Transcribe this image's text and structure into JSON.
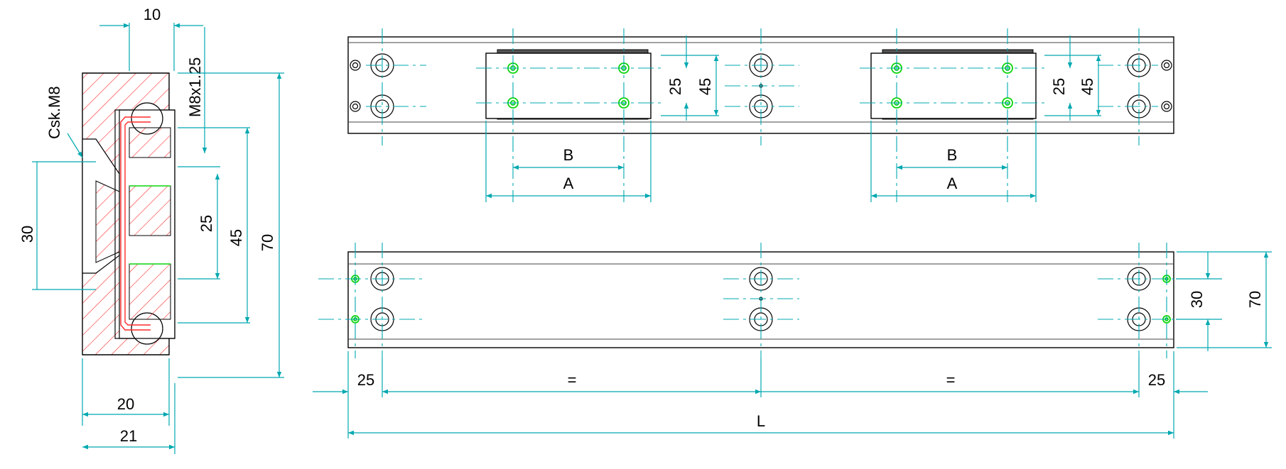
{
  "labels": {
    "section_width_top": "10",
    "thread": "M8x1.25",
    "countersink": "Csk.M8",
    "section_v30": "30",
    "section_v25": "25",
    "section_v45": "45",
    "section_v70": "70",
    "section_w20": "20",
    "section_w21": "21",
    "top_v25_left": "25",
    "top_v45_left": "45",
    "top_v25_right": "25",
    "top_v45_right": "45",
    "top_B_left": "B",
    "top_A_left": "A",
    "top_B_right": "B",
    "top_A_right": "A",
    "bottom_v30": "30",
    "bottom_v70": "70",
    "bottom_25_left": "25",
    "bottom_eq_left": "=",
    "bottom_eq_right": "=",
    "bottom_25_right": "25",
    "bottom_L": "L"
  },
  "colors": {
    "dimension": "#00a8b0",
    "hatch": "#ff2b2b",
    "hole_highlight": "#0bd40b",
    "outline": "#000000"
  }
}
